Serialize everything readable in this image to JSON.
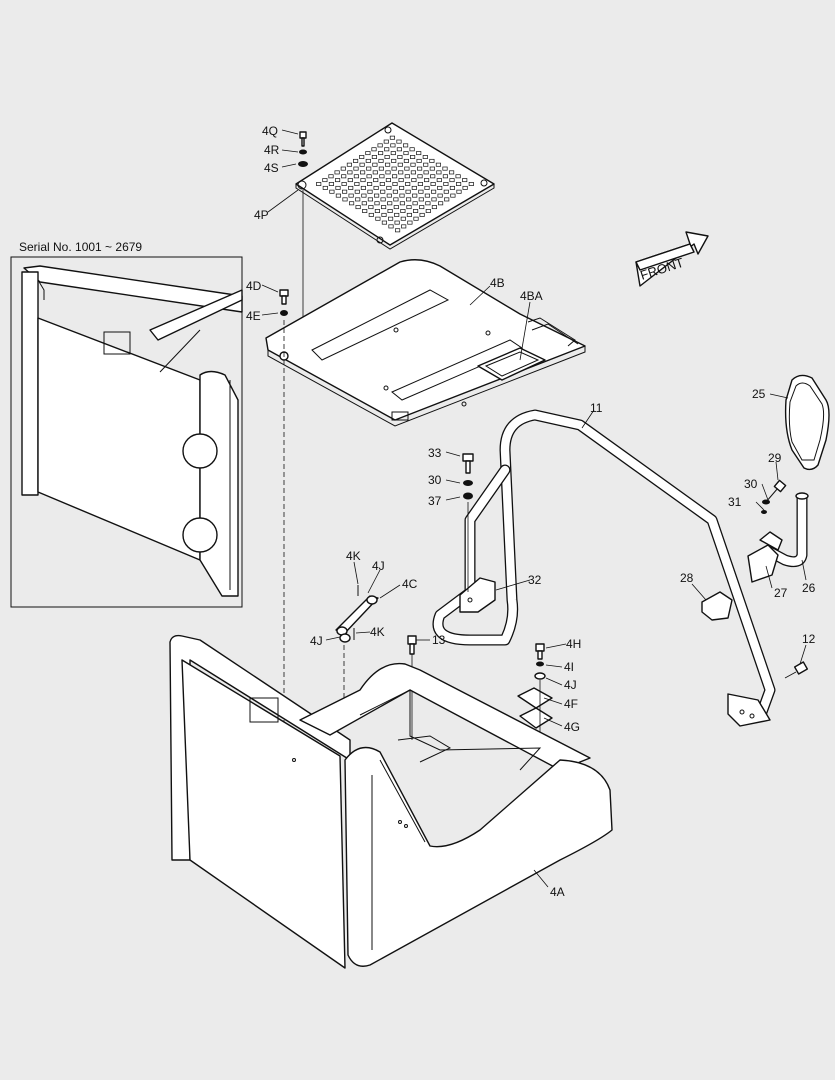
{
  "serial_note": "Serial No. 1001 ~ 2679",
  "front_label": "FRONT",
  "callouts": [
    {
      "id": "4q",
      "text": "4Q"
    },
    {
      "id": "4r",
      "text": "4R"
    },
    {
      "id": "4s",
      "text": "4S"
    },
    {
      "id": "4p",
      "text": "4P"
    },
    {
      "id": "4d",
      "text": "4D"
    },
    {
      "id": "4e",
      "text": "4E"
    },
    {
      "id": "4b",
      "text": "4B"
    },
    {
      "id": "4ba",
      "text": "4BA"
    },
    {
      "id": "11",
      "text": "11"
    },
    {
      "id": "25",
      "text": "25"
    },
    {
      "id": "33",
      "text": "33"
    },
    {
      "id": "30a",
      "text": "30"
    },
    {
      "id": "37",
      "text": "37"
    },
    {
      "id": "29",
      "text": "29"
    },
    {
      "id": "30b",
      "text": "30"
    },
    {
      "id": "31",
      "text": "31"
    },
    {
      "id": "4k-top",
      "text": "4K"
    },
    {
      "id": "4j-top",
      "text": "4J"
    },
    {
      "id": "4c",
      "text": "4C"
    },
    {
      "id": "32",
      "text": "32"
    },
    {
      "id": "28",
      "text": "28"
    },
    {
      "id": "27",
      "text": "27"
    },
    {
      "id": "26",
      "text": "26"
    },
    {
      "id": "4j-mid",
      "text": "4J"
    },
    {
      "id": "4k-mid",
      "text": "4K"
    },
    {
      "id": "13",
      "text": "13"
    },
    {
      "id": "4h",
      "text": "4H"
    },
    {
      "id": "4i",
      "text": "4I"
    },
    {
      "id": "4j-right",
      "text": "4J"
    },
    {
      "id": "4f",
      "text": "4F"
    },
    {
      "id": "4g",
      "text": "4G"
    },
    {
      "id": "12",
      "text": "12"
    },
    {
      "id": "4a",
      "text": "4A"
    }
  ]
}
